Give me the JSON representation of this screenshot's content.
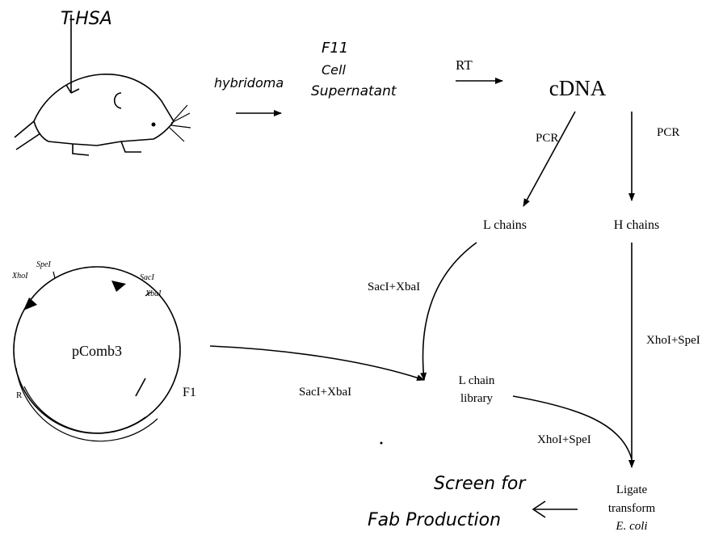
{
  "mouse": {
    "label": "T-HSA"
  },
  "steps": {
    "hybridoma": "hybridoma",
    "supernatant": [
      "F11",
      "Cell",
      "Supernatant"
    ],
    "rt": "RT",
    "cdna": "cDNA",
    "pcr_left": "PCR",
    "pcr_right": "PCR",
    "l_chains": "L chains",
    "h_chains": "H chains",
    "sacxba_upper": "SacI+XbaI",
    "sacxba_lower": "SacI+XbaI",
    "xhospe_right": "XhoI+SpeI",
    "xhospe_lower": "XhoI+SpeI",
    "l_chain_library": [
      "L chain",
      "library"
    ],
    "ligate": [
      "Ligate",
      "transform",
      "E. coli"
    ],
    "screen": [
      "Screen for",
      "Fab Production"
    ]
  },
  "plasmid": {
    "name": "pComb3",
    "f1": "F1",
    "r": "R",
    "sites": {
      "xho": "XhoI",
      "spe": "SpeI",
      "sac": "SacI",
      "xba": "XbaI"
    }
  }
}
